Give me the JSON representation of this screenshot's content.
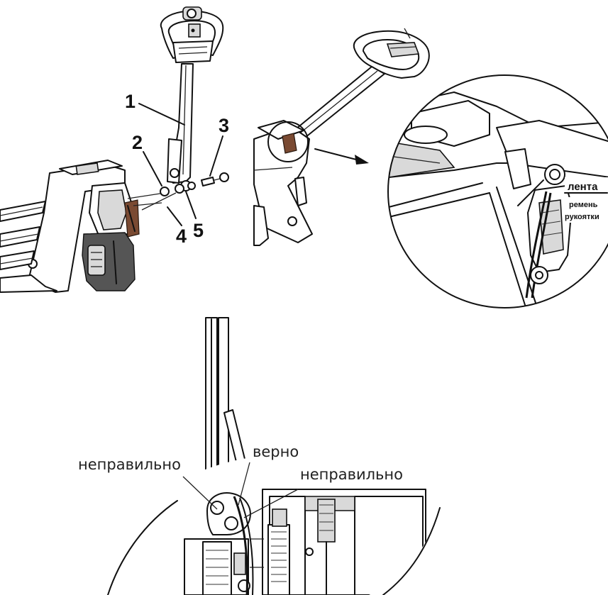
{
  "parts": [
    "1",
    "2",
    "3",
    "4",
    "5"
  ],
  "detail": {
    "tape_label": "лента",
    "strap_line1": "ремень",
    "strap_line2": "рукоятки"
  },
  "bottom": {
    "wrong_left": "неправильно",
    "correct": "верно",
    "wrong_right": "неправильно"
  }
}
